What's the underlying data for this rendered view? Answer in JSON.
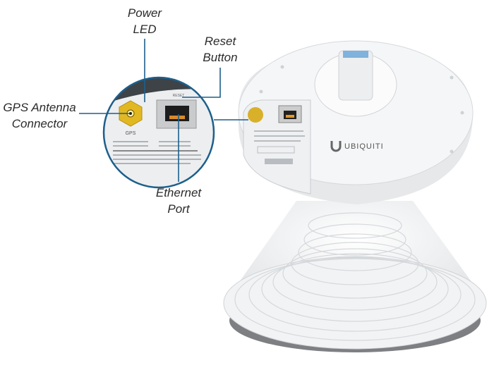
{
  "labels": {
    "power_led": [
      "Power",
      "LED"
    ],
    "reset_button": [
      "Reset",
      "Button"
    ],
    "gps_antenna_connector": [
      "GPS Antenna",
      "Connector"
    ],
    "ethernet_port": [
      "Ethernet",
      "Port"
    ]
  },
  "device": {
    "brand": "UBIQUITI",
    "gps_port_label": "GPS",
    "reset_label": "RESET"
  },
  "colors": {
    "callout_line": "#1d5f8c",
    "gps_connector": "#e2b822",
    "device_body": "#f3f4f5"
  }
}
